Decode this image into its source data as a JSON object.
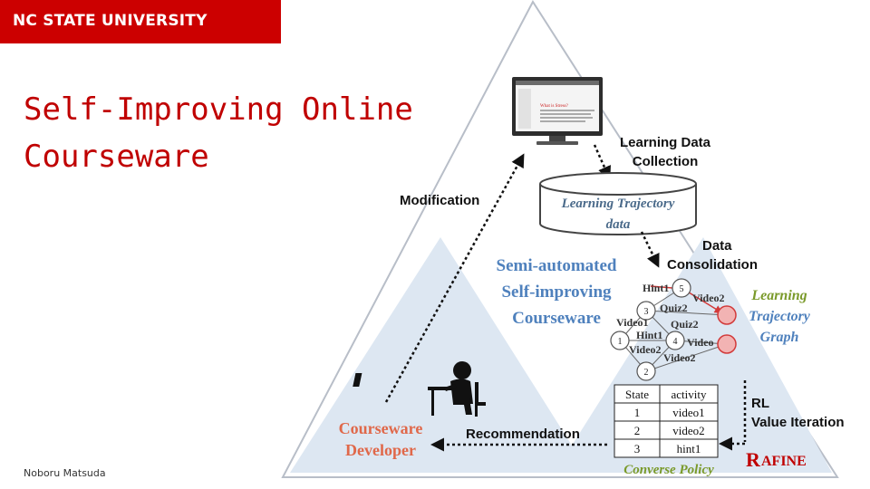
{
  "header": {
    "brand": "NC STATE UNIVERSITY"
  },
  "slide": {
    "title_line1": "Self-Improving Online",
    "title_line2": "Courseware",
    "author": "Noboru Matsuda"
  },
  "diagram": {
    "center_line1": "Semi-automated",
    "center_line2": "Self-improving",
    "center_line3": "Courseware",
    "learning_data_line1": "Learning Data",
    "learning_data_line2": "Collection",
    "modification": "Modification",
    "trajectory_data_line1": "Learning Trajectory",
    "trajectory_data_line2": "data",
    "consolidation_line1": "Data",
    "consolidation_line2": "Consolidation",
    "graph_label_line1": "Learning",
    "graph_label_line2": "Trajectory",
    "graph_label_line3": "Graph",
    "rl_line1": "RL",
    "rl_line2": "Value Iteration",
    "recommendation": "Recommendation",
    "developer_line1": "Courseware",
    "developer_line2": "Developer",
    "rafine_first": "R",
    "rafine_rest": "AFINE",
    "policy_label": "Converse Policy",
    "monitor_heading": "What is Stress?",
    "graph_nodes": [
      "1",
      "2",
      "3",
      "4",
      "5"
    ],
    "graph_edges": [
      "Hint1",
      "Video2",
      "Quiz2",
      "Video1",
      "Quiz2",
      "Hint1",
      "Video",
      "Video2",
      "Video2"
    ],
    "policy_table": {
      "headers": [
        "State",
        "activity"
      ],
      "rows": [
        [
          "1",
          "video1"
        ],
        [
          "2",
          "video2"
        ],
        [
          "3",
          "hint1"
        ]
      ]
    }
  }
}
